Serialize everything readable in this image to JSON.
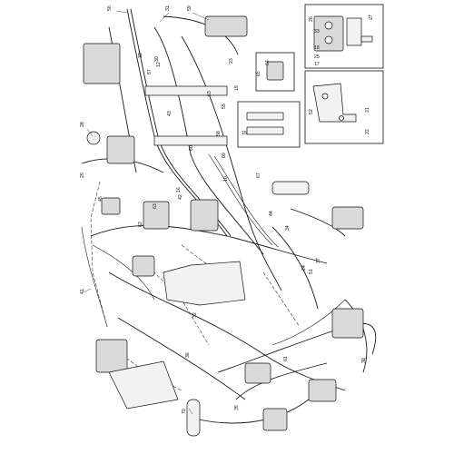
{
  "callouts": [
    {
      "id": "c56",
      "label": "56"
    },
    {
      "id": "c31a",
      "label": "31"
    },
    {
      "id": "c59a",
      "label": "59"
    },
    {
      "id": "c26",
      "label": "26"
    },
    {
      "id": "c33a",
      "label": "33"
    },
    {
      "id": "c27",
      "label": "27"
    },
    {
      "id": "c38",
      "label": "38"
    },
    {
      "id": "c57",
      "label": "57"
    },
    {
      "id": "c12",
      "label": "12"
    },
    {
      "id": "c30",
      "label": "30"
    },
    {
      "id": "c25",
      "label": "25"
    },
    {
      "id": "c17",
      "label": "17"
    },
    {
      "id": "c23a",
      "label": "23"
    },
    {
      "id": "c19",
      "label": "19"
    },
    {
      "id": "c64",
      "label": "64"
    },
    {
      "id": "c65",
      "label": "65"
    },
    {
      "id": "c53",
      "label": "53"
    },
    {
      "id": "c15",
      "label": "15"
    },
    {
      "id": "c28",
      "label": "28"
    },
    {
      "id": "c29",
      "label": "29"
    },
    {
      "id": "c43",
      "label": "43"
    },
    {
      "id": "c60",
      "label": "60"
    },
    {
      "id": "c52",
      "label": "52"
    },
    {
      "id": "c21",
      "label": "21"
    },
    {
      "id": "c22",
      "label": "22"
    },
    {
      "id": "c67",
      "label": "67"
    },
    {
      "id": "c44",
      "label": "44"
    },
    {
      "id": "c62",
      "label": "62"
    },
    {
      "id": "c16",
      "label": "16"
    },
    {
      "id": "c58",
      "label": "58"
    },
    {
      "id": "c45",
      "label": "45"
    },
    {
      "id": "c34",
      "label": "34"
    },
    {
      "id": "c41",
      "label": "41"
    },
    {
      "id": "c51",
      "label": "51"
    },
    {
      "id": "c32",
      "label": "32"
    },
    {
      "id": "c36",
      "label": "36"
    },
    {
      "id": "c61",
      "label": "61"
    },
    {
      "id": "c39",
      "label": "39"
    },
    {
      "id": "c70",
      "label": "70"
    },
    {
      "id": "c35",
      "label": "35"
    },
    {
      "id": "c24",
      "label": "24"
    },
    {
      "id": "c37",
      "label": "37"
    },
    {
      "id": "c10",
      "label": "10"
    },
    {
      "id": "c55",
      "label": "55"
    },
    {
      "id": "c18",
      "label": "18"
    },
    {
      "id": "c09",
      "label": "09"
    },
    {
      "id": "c63",
      "label": "63"
    },
    {
      "id": "c42",
      "label": "42"
    }
  ],
  "colors": {
    "line": "#1a1a1a",
    "fill": "#f2f2f2",
    "background": "#ffffff"
  }
}
